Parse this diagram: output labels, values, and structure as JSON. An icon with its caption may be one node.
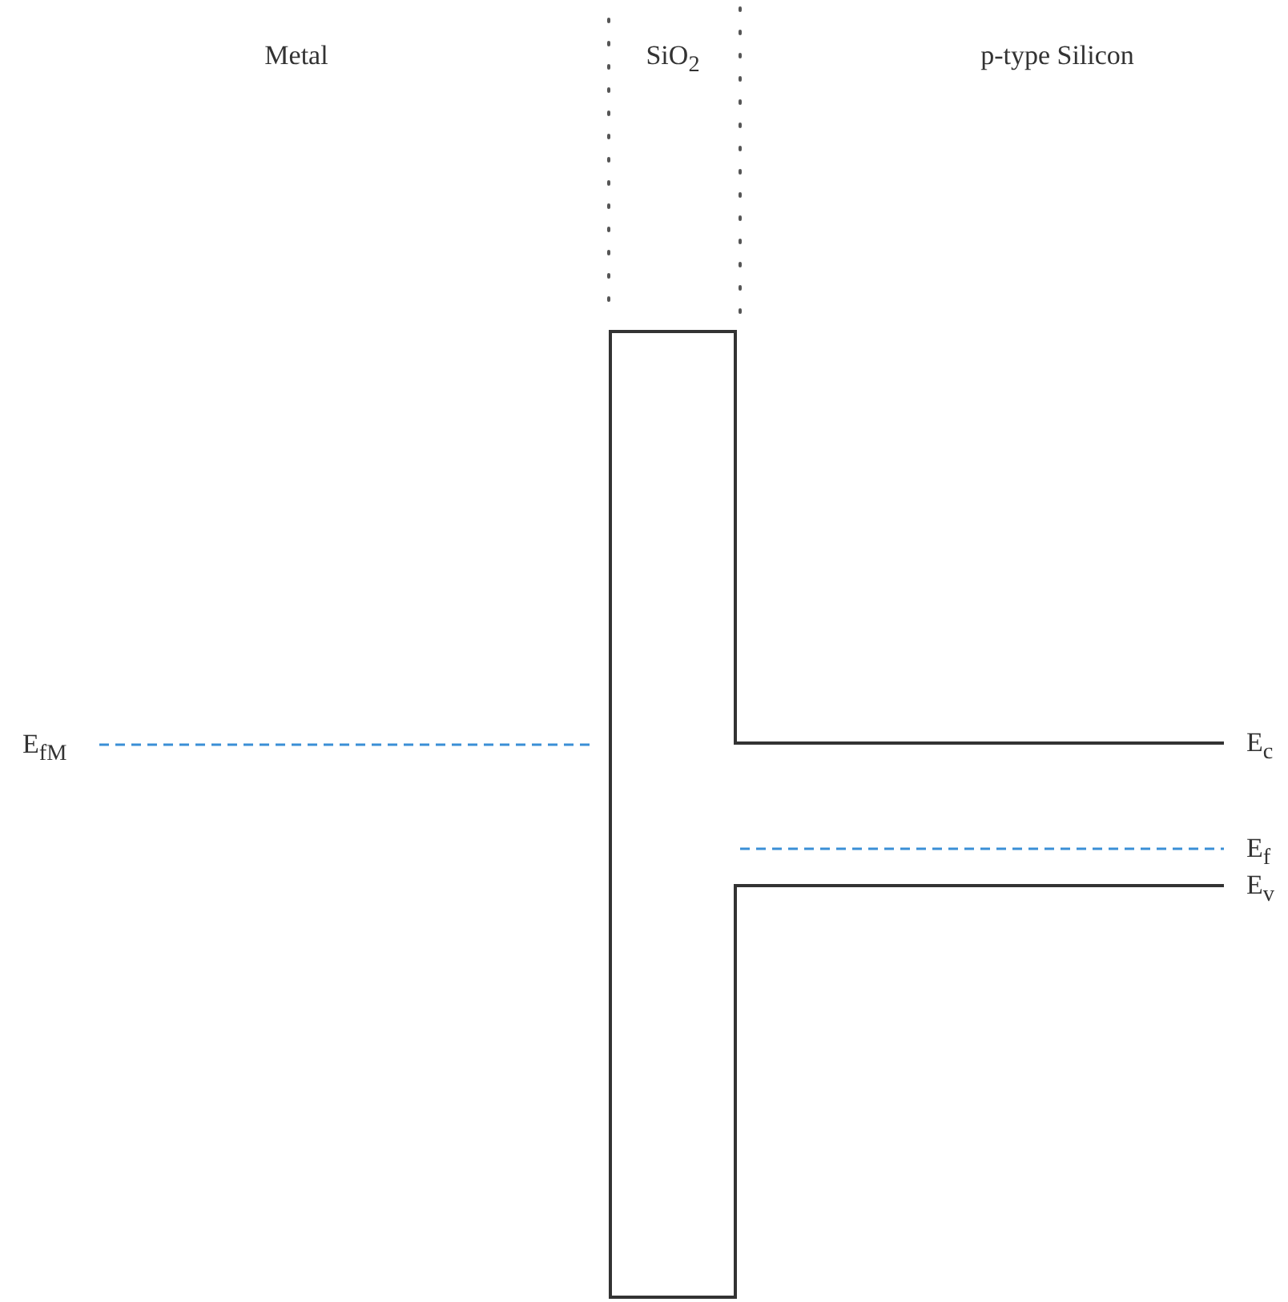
{
  "diagram": {
    "labels": [
      "Metal",
      "SiO$_{2}$",
      "p-type Silicon",
      "E$_{fM}$",
      "E$_{c}$",
      "E$_{f}$",
      "E$_{v}$"
    ]
  }
}
